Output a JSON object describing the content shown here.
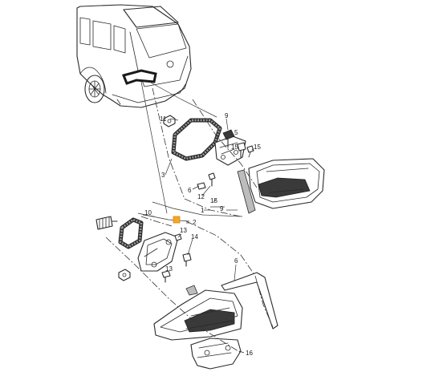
{
  "callouts": {
    "c1": "1",
    "c2": "2",
    "c3": "3",
    "c5": "5",
    "c6a": "6",
    "c6b": "6",
    "c9": "9",
    "c10": "10",
    "c11": "11",
    "c12": "12",
    "c13a": "13",
    "c13b": "13",
    "c14": "14",
    "c15a": "15",
    "c15b": "15",
    "c15c": "15",
    "c16": "16"
  },
  "colors": {
    "line": "#2a2a2a",
    "highlight": "#f5a623"
  }
}
